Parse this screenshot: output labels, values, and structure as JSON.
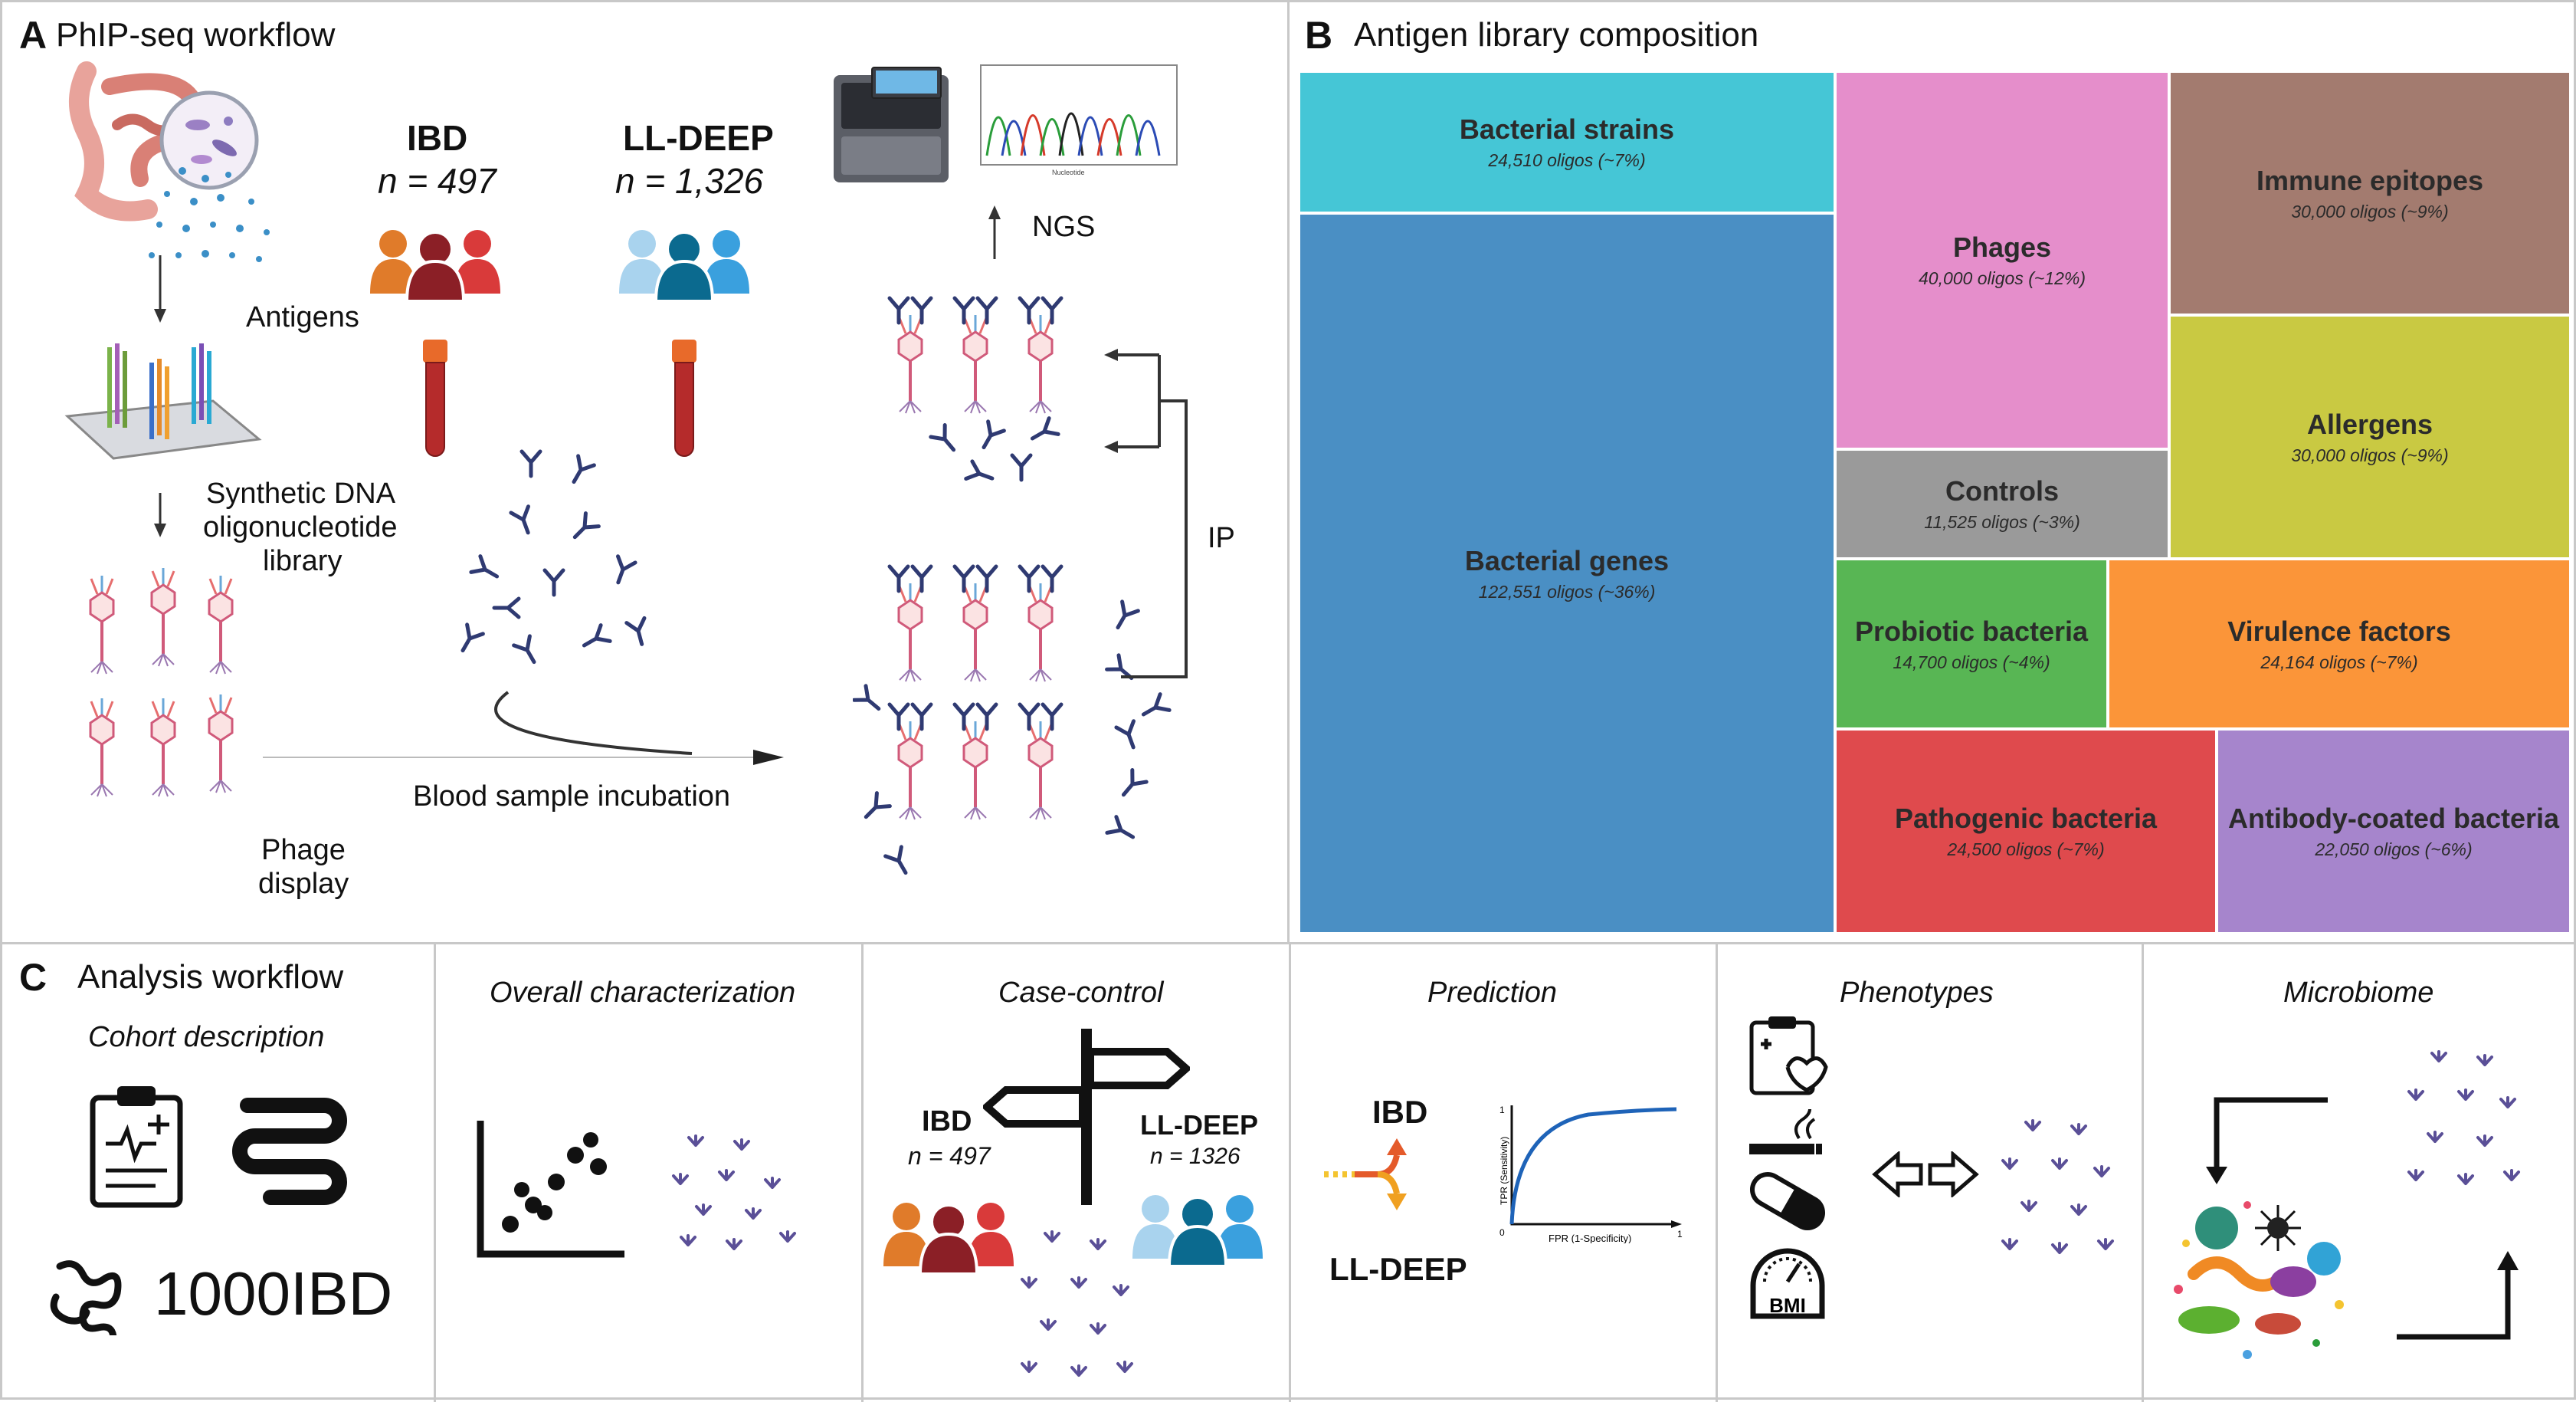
{
  "panel_a": {
    "letter": "A",
    "title": "PhIP-seq workflow",
    "cohort1_name": "IBD",
    "cohort1_n": "n = 497",
    "cohort2_name": "LL-DEEP",
    "cohort2_n": "n = 1,326",
    "antigens": "Antigens",
    "library_line1": "Synthetic DNA",
    "library_line2": "oligonucleotide",
    "library_line3": "library",
    "phage_line1": "Phage",
    "phage_line2": "display",
    "incubation": "Blood sample incubation",
    "ngs": "NGS",
    "ip": "IP",
    "chromatogram_axis": "Nucleotide"
  },
  "panel_b": {
    "letter": "B",
    "title": "Antigen library composition",
    "tiles": [
      {
        "name": "Bacterial strains",
        "sub": "24,510 oligos (~7%)",
        "color": "#45c6d6"
      },
      {
        "name": "Bacterial genes",
        "sub": "122,551 oligos (~36%)",
        "color": "#4a8fc4"
      },
      {
        "name": "Phages",
        "sub": "40,000 oligos (~12%)",
        "color": "#e58ecb"
      },
      {
        "name": "Immune epitopes",
        "sub": "30,000 oligos (~9%)",
        "color": "#a37b6f"
      },
      {
        "name": "Allergens",
        "sub": "30,000 oligos (~9%)",
        "color": "#c9c942"
      },
      {
        "name": "Controls",
        "sub": "11,525 oligos (~3%)",
        "color": "#9a9a9a"
      },
      {
        "name": "Probiotic bacteria",
        "sub": "14,700 oligos (~4%)",
        "color": "#58b654"
      },
      {
        "name": "Virulence factors",
        "sub": "24,164 oligos (~7%)",
        "color": "#fb9539"
      },
      {
        "name": "Pathogenic bacteria",
        "sub": "24,500 oligos (~7%)",
        "color": "#df4a4d"
      },
      {
        "name": "Antibody-coated bacteria",
        "sub": "22,050 oligos (~6%)",
        "color": "#a685cc"
      }
    ]
  },
  "panel_c": {
    "letter": "C",
    "title": "Analysis workflow",
    "cohort_description": "Cohort description",
    "brand": "1000IBD",
    "overall": "Overall characterization",
    "case_control": "Case-control",
    "cc_ibd": "IBD",
    "cc_ibd_n": "n = 497",
    "cc_lldeep": "LL-DEEP",
    "cc_lldeep_n": "n = 1326",
    "prediction": "Prediction",
    "pred_ibd": "IBD",
    "pred_lldeep": "LL-DEEP",
    "roc_x": "FPR (1-Specificity)",
    "roc_y": "TPR (Sensitivity)",
    "roc_one_x": "1",
    "roc_one_y": "1",
    "roc_zero": "0",
    "phenotypes": "Phenotypes",
    "bmi": "BMI",
    "microbiome": "Microbiome"
  },
  "colors": {
    "ibd_people": [
      "#e07b2a",
      "#8b1f26",
      "#d93a3a"
    ],
    "lldeep_people": [
      "#a9d3ee",
      "#0b6a8f",
      "#3aa0de"
    ],
    "antibody": "#2f3a72",
    "antibody_light": "#7b6fb2"
  }
}
